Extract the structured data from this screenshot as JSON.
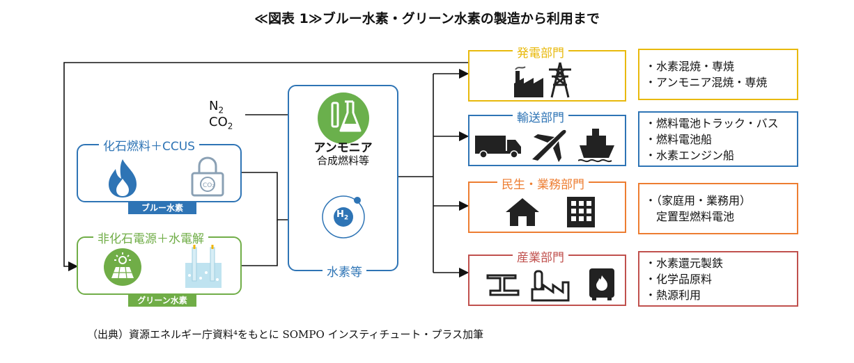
{
  "title": "≪図表 1≫ブルー水素・グリーン水素の製造から利用まで",
  "sources": {
    "fossil": {
      "heading": "化石燃料＋CCUS",
      "badge": "ブルー水素",
      "icons": [
        "flame-icon",
        "co2-capture-icon"
      ]
    },
    "renewable": {
      "heading": "非化石電源＋水電解",
      "badge": "グリーン水素",
      "icons": [
        "solar-panel-icon",
        "electrolysis-icon"
      ]
    }
  },
  "inputs": {
    "n2": "N",
    "n2_sub": "2",
    "co2": "CO",
    "co2_sub": "2"
  },
  "center": {
    "label": "水素等",
    "ammonia_title": "アンモニア",
    "ammonia_sub": "合成燃料等",
    "h2": "H",
    "h2_sub": "2"
  },
  "sectors": [
    {
      "name": "発電部門",
      "color": "#e8b90c",
      "icons": [
        "factory-icon",
        "power-tower-icon"
      ],
      "uses": [
        "・水素混焼・専焼",
        "・アンモニア混焼・専焼"
      ]
    },
    {
      "name": "輸送部門",
      "color": "#2e74b5",
      "icons": [
        "truck-icon",
        "airplane-icon",
        "ship-icon"
      ],
      "uses": [
        "・燃料電池トラック・バス",
        "・燃料電池船",
        "・水素エンジン船"
      ]
    },
    {
      "name": "民生・業務部門",
      "color": "#ed7d31",
      "icons": [
        "house-icon",
        "building-icon"
      ],
      "uses": [
        "・（家庭用・業務用）",
        "　定置型燃料電池"
      ]
    },
    {
      "name": "産業部門",
      "color": "#c0504d",
      "icons": [
        "steel-beam-icon",
        "chemical-plant-icon",
        "boiler-icon"
      ],
      "uses": [
        "・水素還元製鉄",
        "・化学品原料",
        "・熱源利用"
      ]
    }
  ],
  "colors": {
    "blue": "#2e74b5",
    "green": "#70ad47",
    "ammonia_green": "#6ab04c"
  },
  "footer": "（出典）資源エネルギー庁資料⁴をもとに SOMPO インスティチュート・プラス加筆"
}
